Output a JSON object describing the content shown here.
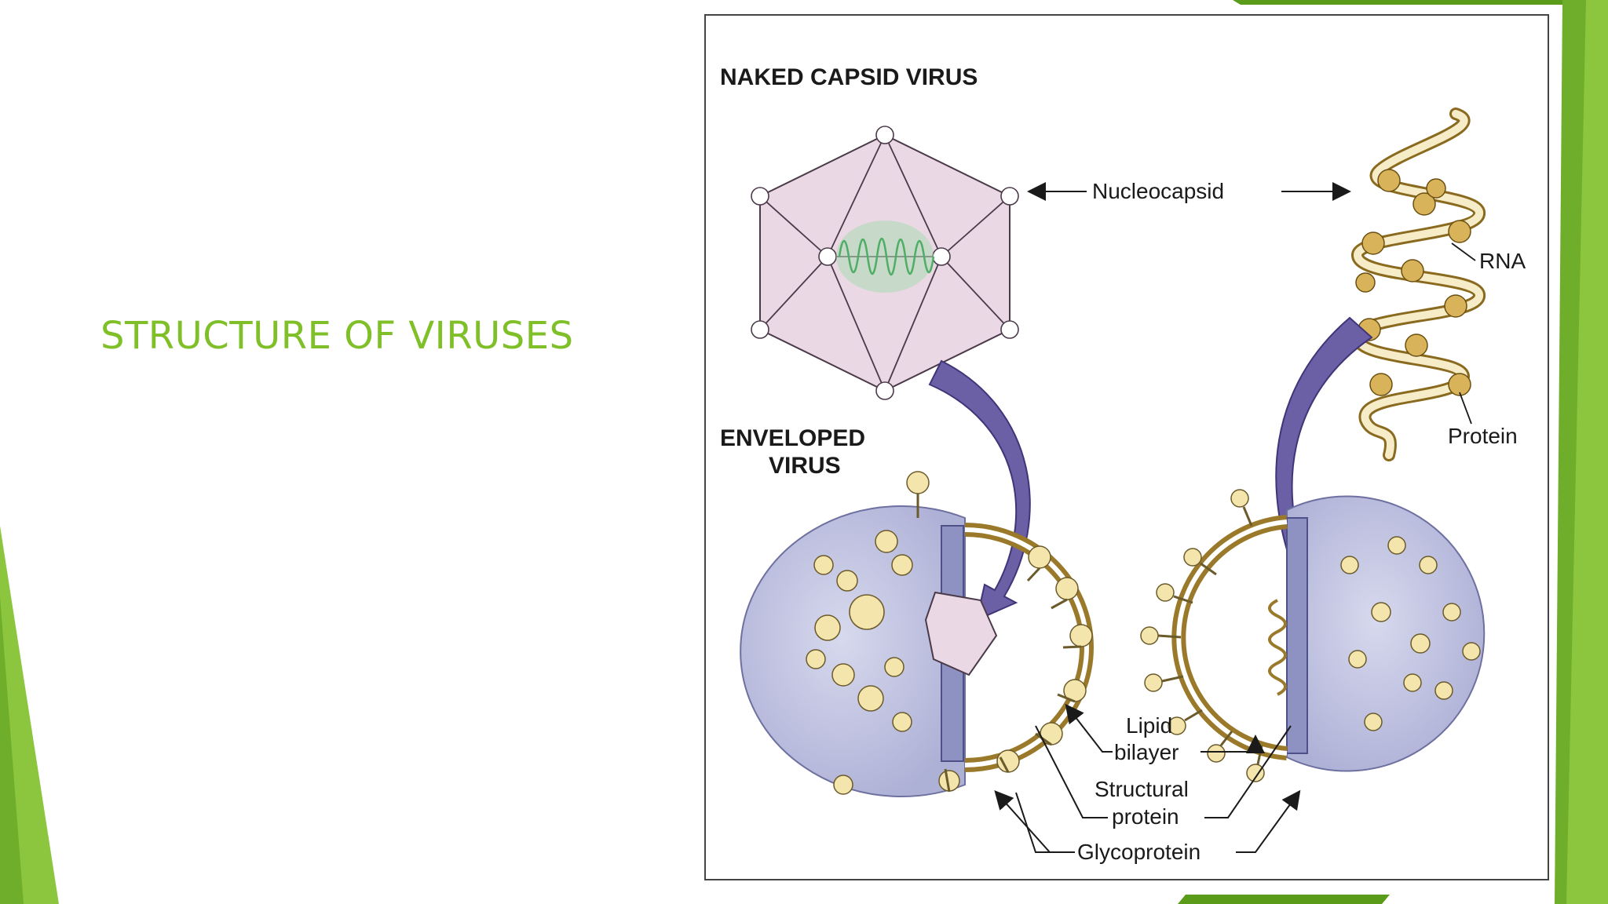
{
  "slide": {
    "title": "STRUCTURE OF VIRUSES",
    "colors": {
      "accent": "#7fbf27",
      "accent_dark": "#5a9b1a"
    }
  },
  "diagram": {
    "headings": {
      "naked": "NAKED CAPSID VIRUS",
      "enveloped_line1": "ENVELOPED",
      "enveloped_line2": "VIRUS"
    },
    "labels": {
      "nucleocapsid": "Nucleocapsid",
      "rna": "RNA",
      "protein": "Protein",
      "lipid_line1": "Lipid",
      "lipid_line2": "bilayer",
      "structural_line1": "Structural",
      "structural_line2": "protein",
      "glycoprotein": "Glycoprotein"
    },
    "colors": {
      "capsid_fill": "#ead9e4",
      "genome": "#6fbf7f",
      "envelope": "#c6c8e2",
      "spike": "#f4e5ad",
      "arrow": "#6b5fa6",
      "protein_bead": "#d8b35a"
    }
  }
}
